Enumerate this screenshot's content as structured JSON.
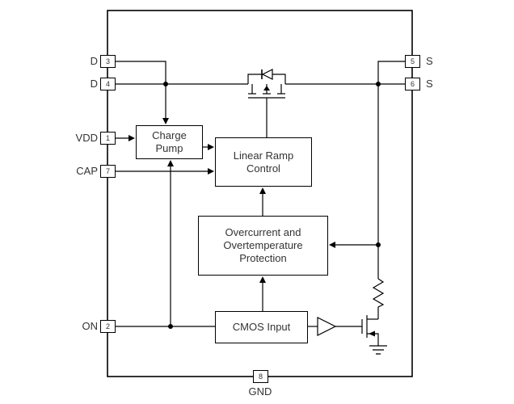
{
  "pins": {
    "pin3": {
      "label": "D",
      "number": "3"
    },
    "pin4": {
      "label": "D",
      "number": "4"
    },
    "pin1": {
      "label": "VDD",
      "number": "1"
    },
    "pin7": {
      "label": "CAP",
      "number": "7"
    },
    "pin2": {
      "label": "ON",
      "number": "2"
    },
    "pin5": {
      "label": "S",
      "number": "5"
    },
    "pin6": {
      "label": "S",
      "number": "6"
    },
    "pin8": {
      "label": "GND",
      "number": "8"
    }
  },
  "blocks": {
    "charge_pump": {
      "lines": [
        "Charge",
        "Pump"
      ]
    },
    "linear_ramp_control": {
      "lines": [
        "Linear Ramp",
        "Control"
      ]
    },
    "protection": {
      "lines": [
        "Overcurrent and",
        "Overtemperature",
        "Protection"
      ]
    },
    "cmos_input": {
      "lines": [
        "CMOS Input"
      ]
    }
  },
  "colors": {
    "line": "#000000",
    "text": "#333333",
    "background": "#ffffff"
  }
}
